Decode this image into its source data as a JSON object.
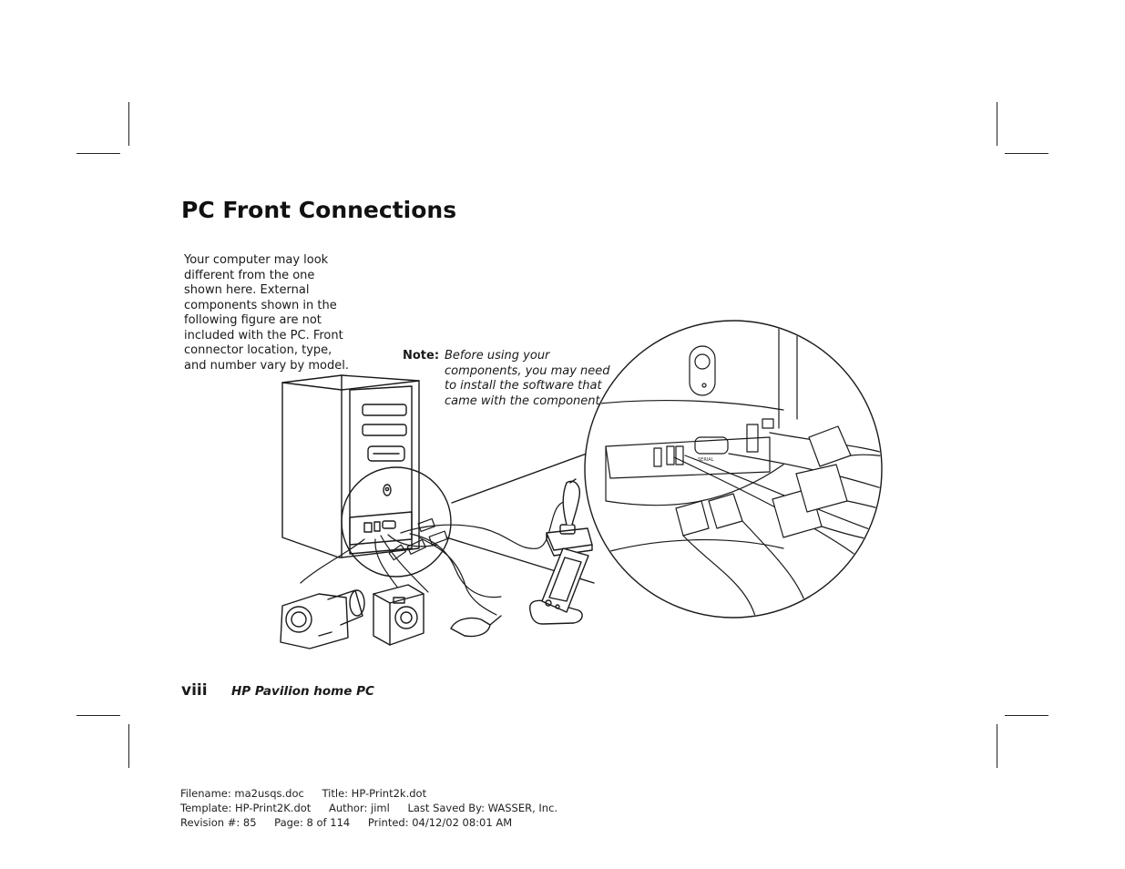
{
  "title": "PC Front Connections",
  "intro": "Your computer may look different from the one shown here. External components shown in the following figure are not included with the PC. Front connector location, type, and number vary by model.",
  "note": {
    "label": "Note:",
    "text": "Before using your components, you may need to install the software that came with the component."
  },
  "footer": {
    "page_number": "viii",
    "running_title": "HP Pavilion home PC"
  },
  "file_info": {
    "filename": "Filename: ma2usqs.doc",
    "title": "Title: HP-Print2k.dot",
    "template": "Template: HP-Print2K.dot",
    "author": "Author: jiml",
    "last_saved": "Last Saved By: WASSER, Inc.",
    "revision": "Revision #: 85",
    "page": "Page: 8 of 114",
    "printed": "Printed: 04/12/02 08:01 AM"
  },
  "figure": {
    "port_label": "SERIAL"
  }
}
